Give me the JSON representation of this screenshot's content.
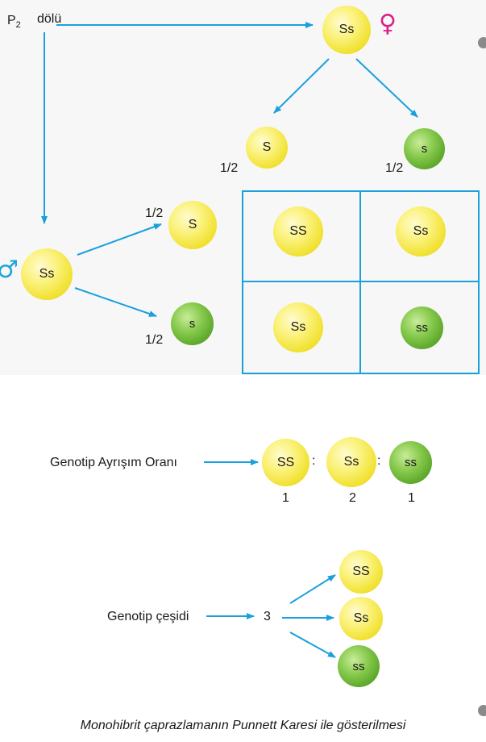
{
  "parents": {
    "p2_main": "P",
    "p2_sub": "2",
    "p2_suffix": "dölü",
    "female_genotype": "Ss",
    "female_symbol": "♀",
    "male_genotype": "Ss",
    "male_symbol": "♂"
  },
  "gametes": {
    "female": [
      {
        "allele": "S",
        "ratio": "1/2",
        "color": "yellow"
      },
      {
        "allele": "s",
        "ratio": "1/2",
        "color": "green"
      }
    ],
    "male": [
      {
        "allele": "S",
        "ratio": "1/2",
        "color": "yellow"
      },
      {
        "allele": "s",
        "ratio": "1/2",
        "color": "green"
      }
    ]
  },
  "punnett": {
    "cells": [
      {
        "genotype": "SS",
        "color": "yellow"
      },
      {
        "genotype": "Ss",
        "color": "yellow"
      },
      {
        "genotype": "Ss",
        "color": "yellow"
      },
      {
        "genotype": "ss",
        "color": "green"
      }
    ]
  },
  "ratio": {
    "label": "Genotip Ayrışım Oranı",
    "separator": ":",
    "items": [
      {
        "genotype": "SS",
        "count": "1",
        "color": "yellow"
      },
      {
        "genotype": "Ss",
        "count": "2",
        "color": "yellow"
      },
      {
        "genotype": "ss",
        "count": "1",
        "color": "green"
      }
    ]
  },
  "variety": {
    "label": "Genotip çeşidi",
    "count": "3",
    "items": [
      {
        "genotype": "SS",
        "color": "yellow"
      },
      {
        "genotype": "Ss",
        "color": "yellow"
      },
      {
        "genotype": "ss",
        "color": "green"
      }
    ]
  },
  "caption": "Monohibrit çaprazlamanın Punnett Karesi ile gösterilmesi",
  "colors": {
    "arrow": "#1aa0dc",
    "grid": "#1aa0dc",
    "yellow_ball": "#f1e233",
    "green_ball": "#5ba62a",
    "female_symbol": "#d9208c",
    "male_symbol": "#1ba6d6"
  }
}
